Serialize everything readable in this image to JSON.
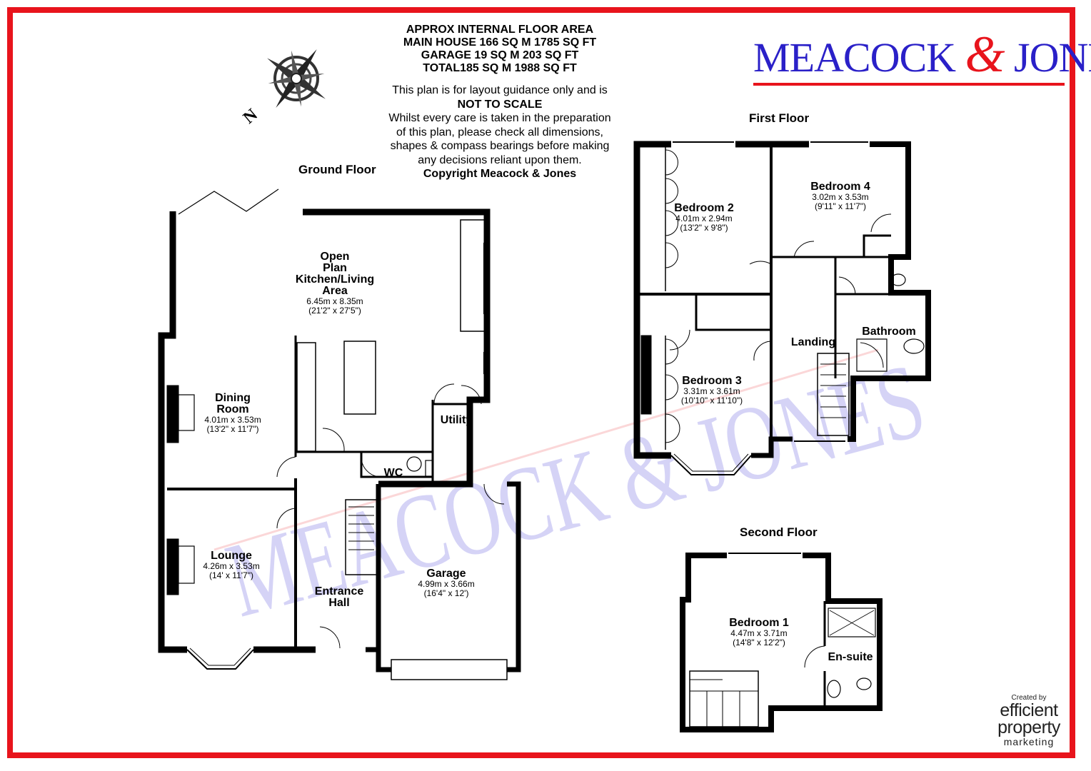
{
  "header": {
    "area_title": "APPROX INTERNAL FLOOR AREA",
    "main_house": "MAIN HOUSE 166 SQ M 1785 SQ FT",
    "garage": "GARAGE 19 SQ M 203 SQ FT",
    "total": "TOTAL185 SQ M 1988 SQ FT",
    "note_line1": "This plan is for layout guidance only and is",
    "note_line2": "NOT TO SCALE",
    "note_line3": "Whilst every care is taken in the preparation",
    "note_line4": "of this plan, please check all dimensions,",
    "note_line5": "shapes & compass bearings before making",
    "note_line6": "any decisions reliant upon them.",
    "copyright": "Copyright Meacock & Jones"
  },
  "logo": {
    "part1": "MEACOCK ",
    "amp": "&",
    "part2": " JONES"
  },
  "watermark": {
    "text": "MEACOCK & JONES"
  },
  "compass": {
    "north_label": "N"
  },
  "floors": {
    "ground": "Ground Floor",
    "first": "First Floor",
    "second": "Second Floor"
  },
  "rooms": {
    "kitchen": {
      "name": "Open\nPlan\nKitchen/Living\nArea",
      "metric": "6.45m x 8.35m",
      "imperial": "(21'2\" x 27'5\")"
    },
    "dining": {
      "name": "Dining\nRoom",
      "metric": "4.01m x 3.53m",
      "imperial": "(13'2\" x 11'7\")"
    },
    "lounge": {
      "name": "Lounge",
      "metric": "4.26m x 3.53m",
      "imperial": "(14' x 11'7\")"
    },
    "entrance": {
      "name": "Entrance\nHall"
    },
    "garage": {
      "name": "Garage",
      "metric": "4.99m x 3.66m",
      "imperial": "(16'4\" x 12')"
    },
    "utility": {
      "name": "Utility"
    },
    "wc": {
      "name": "WC"
    },
    "bedroom2": {
      "name": "Bedroom 2",
      "metric": "4.01m x 2.94m",
      "imperial": "(13'2\" x 9'8\")"
    },
    "bedroom4": {
      "name": "Bedroom 4",
      "metric": "3.02m x 3.53m",
      "imperial": "(9'11\" x 11'7\")"
    },
    "bedroom3": {
      "name": "Bedroom 3",
      "metric": "3.31m x 3.61m",
      "imperial": "(10'10\" x 11'10\")"
    },
    "landing": {
      "name": "Landing"
    },
    "bathroom": {
      "name": "Bathroom"
    },
    "bedroom1": {
      "name": "Bedroom 1",
      "metric": "4.47m x 3.71m",
      "imperial": "(14'8\" x 12'2\")"
    },
    "ensuite": {
      "name": "En-suite"
    }
  },
  "credit": {
    "created_by": "Created by",
    "brand1": "efficient",
    "brand2": "property",
    "brand3": "marketing"
  },
  "colors": {
    "border": "#e8141c",
    "logo_blue": "#2a20c8",
    "wall": "#000000",
    "watermark_blue": "#8a86e6"
  }
}
